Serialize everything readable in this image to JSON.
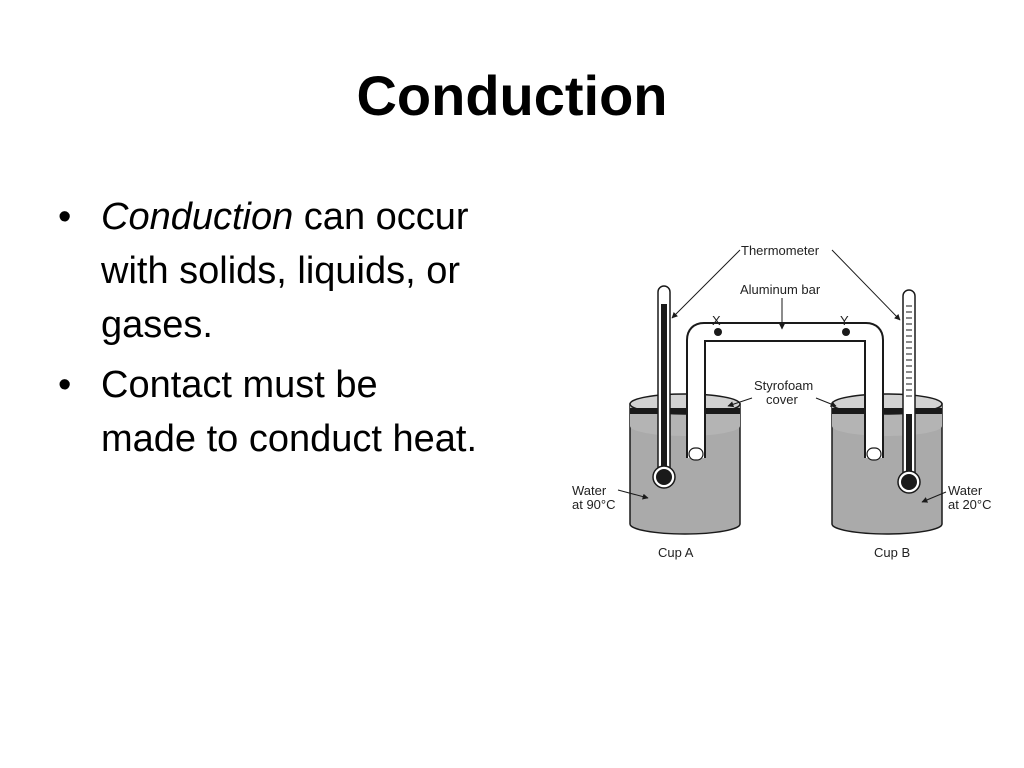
{
  "slide": {
    "title": "Conduction",
    "bullets": [
      {
        "mark": "•",
        "emphasis": "Conduction",
        "text": " can occur with solids, liquids, or gases."
      },
      {
        "mark": "•",
        "emphasis": "",
        "text": "Contact must be made to conduct heat."
      }
    ]
  },
  "figure": {
    "thermometer_label": "Thermometer",
    "bar_label": "Aluminum bar",
    "point_x": "X",
    "point_y": "Y",
    "cover_label_1": "Styrofoam",
    "cover_label_2": "cover",
    "water_a_1": "Water",
    "water_a_2": "at 90°C",
    "water_b_1": "Water",
    "water_b_2": "at 20°C",
    "cup_a": "Cup A",
    "cup_b": "Cup B",
    "colors": {
      "water": "#aaaaaa",
      "cup_side": "#b4b4b4",
      "cover": "#d2d2d2",
      "outline": "#1a1a1a"
    }
  }
}
